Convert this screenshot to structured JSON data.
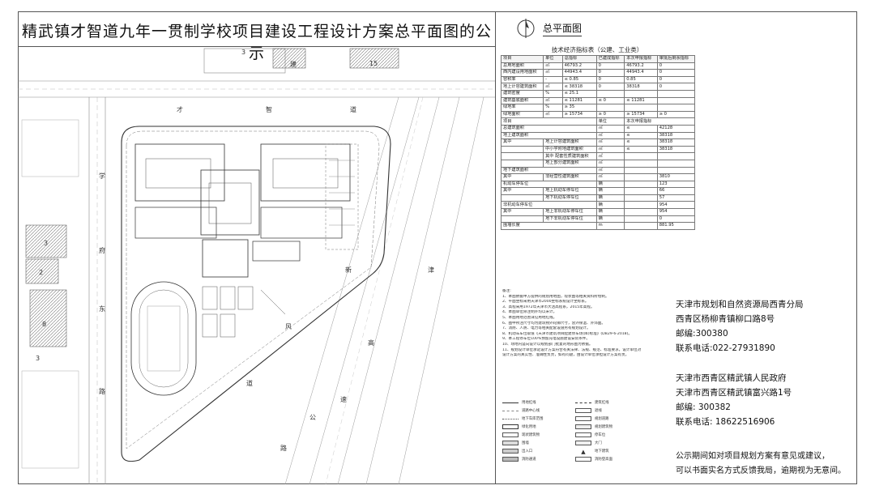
{
  "title": "精武镇才智道九年一贯制学校项目建设工程设计方案总平面图的公示",
  "subtitle": "总平面图",
  "map_labels": {
    "block3_top": "3",
    "block15": "15",
    "jian": "建",
    "cai": "才",
    "zhi": "智",
    "dao": "道",
    "xue": "学",
    "fu": "府",
    "dong": "东",
    "lu": "路",
    "b3": "3",
    "b2": "2",
    "b8": "8",
    "b3b": "3",
    "xin": "新",
    "jin": "津",
    "feng": "风",
    "gao": "高",
    "su": "速",
    "gong": "公",
    "lu2": "路",
    "dao2": "道"
  },
  "table": {
    "title": "技术经济指标表（公建、工业类）",
    "header": [
      "项目",
      "单位",
      "总指标",
      "已建成指标",
      "本次申报指标",
      "审批后剩余指标"
    ],
    "rows": [
      [
        "总用地面积",
        "㎡",
        "46793.2",
        "0",
        "46793.2",
        "0"
      ],
      [
        "西内建设用地面积",
        "㎡",
        "44943.4",
        "0",
        "44943.4",
        "0"
      ],
      [
        "容积率",
        "-",
        "≤ 0.85",
        "0",
        "0.85",
        "0"
      ],
      [
        "地上计容建筑面积",
        "㎡",
        "≤ 38318",
        "0",
        "38318",
        "0"
      ],
      [
        "建筑密度",
        "%",
        "≤ 25.1",
        "",
        "",
        ""
      ],
      [
        "建筑基底面积",
        "㎡",
        "≤ 11281",
        "≤ 0",
        "≤ 11281",
        ""
      ],
      [
        "绿地率",
        "%",
        "≥ 35",
        "",
        "",
        ""
      ],
      [
        "绿地面积",
        "㎡",
        "≥ 15734",
        "≥ 0",
        "≥ 15734",
        "≥ 0"
      ]
    ],
    "header2": [
      "项目",
      "单位",
      "本次申报指标"
    ],
    "rows2": [
      [
        "总建筑面积",
        "㎡",
        "≤",
        "42128"
      ],
      [
        "地上建筑面积",
        "㎡",
        "≤",
        "38318"
      ],
      [
        "地上计容建筑面积",
        "㎡",
        "≤",
        "38318"
      ],
      [
        "中小学附地建筑面积",
        "㎡",
        "≤",
        "38318"
      ],
      [
        "其中 配套性质建筑面积",
        "㎡",
        "",
        ""
      ],
      [
        "地上部分建筑面积",
        "㎡",
        "",
        ""
      ],
      [
        "地下建筑面积",
        "㎡",
        "",
        ""
      ],
      [
        "非经营性建筑面积",
        "㎡",
        "",
        "3810"
      ],
      [
        "机动车停车位",
        "辆",
        "",
        "123"
      ],
      [
        "地上机动车停车位",
        "辆",
        "",
        "66"
      ],
      [
        "地下机动车停车位",
        "辆",
        "",
        "57"
      ],
      [
        "非机动车停车位",
        "辆",
        "",
        "954"
      ],
      [
        "地上非机动车停车位",
        "辆",
        "",
        "954"
      ],
      [
        "地下非机动车停车位",
        "辆",
        "",
        "0"
      ],
      [
        "围墙长度",
        "m",
        "",
        "881.95"
      ]
    ],
    "side_labels": [
      "其中",
      "其中",
      "其中",
      "其中"
    ]
  },
  "notes": {
    "heading": "备注:",
    "lines": [
      "1、本图依据甲方提供的规划用地图，现状图等相关资料所绘制。",
      "2、平面坐标采用天津市2000坐标系统设计坐标系。",
      "3、高程采用1972年天津市大沽高程系，2015年高程。",
      "4、本图单位除注明外均以米计。",
      "5、本图用地范围详见用地红线。",
      "6、图中所注尺寸均为建筑物外轮廓尺寸，含外保温、外饰面。",
      "7、消防、人防、电力等相关配套设施另有规划设计。",
      "8、机动车车位取值《天津市建筑项目配建停车场(库)标准》(DB29-6-2018)。",
      "9、本工程停车位100%预留充电设施建设安装条件。",
      "10、场地内竖向设计以规划部门批复的地形图为依据。",
      "11、规划设计单位承诺设计方案符合有关法律、法规、规范、标准要求，设计单位对",
      "设计方案的真实性、准确性负责，如有问题，由设计单位承担设计方案有责。"
    ]
  },
  "legend": {
    "items": [
      "用地红线",
      "建筑红线",
      "道路中心线",
      "退线",
      "地下车库范围",
      "规划道路",
      "绿化用地",
      "规划建筑物",
      "现状建筑物",
      "停车位",
      "围墙",
      "大门",
      "出入口",
      "地下建筑",
      "消防通道",
      "消防登高面"
    ]
  },
  "contact1": {
    "org": "天津市规划和自然资源局西青分局",
    "addr": "西青区杨柳青镇柳口路8号",
    "zip": "邮编:300380",
    "tel": "联系电话:022-27931890"
  },
  "contact2": {
    "org": "天津市西青区精武镇人民政府",
    "addr": "天津市西青区精武镇富兴路1号",
    "zip": "邮编:  300382",
    "tel": "联系电话:  18622516906"
  },
  "notice": {
    "line1": "公示期间如对项目规划方案有意见或建议，",
    "line2": "可以书面实名方式反馈我局，逾期视为无意间。"
  },
  "icons": {
    "compass": "north-arrow-icon"
  }
}
